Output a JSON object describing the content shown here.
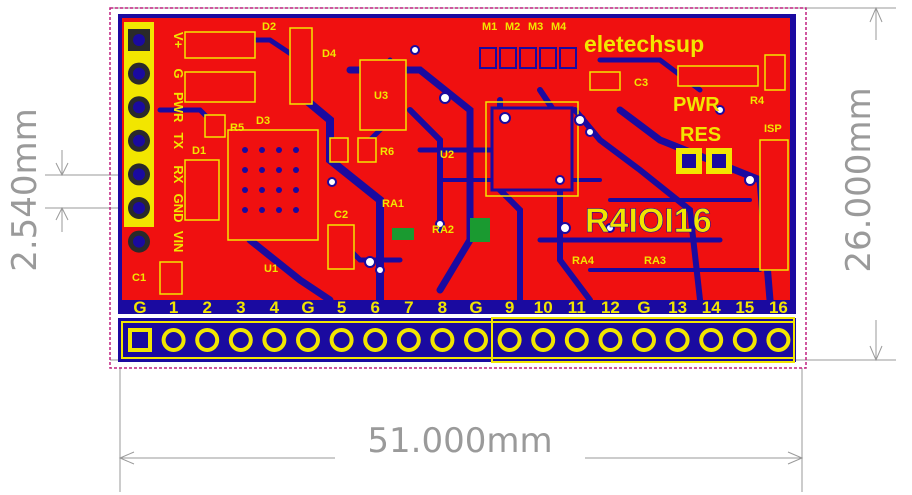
{
  "dimensions": {
    "width_label": "51.000mm",
    "height_label": "26.000mm",
    "pitch_label": "2.540mm"
  },
  "board": {
    "brand": "eletechsup",
    "model": "R4IOI16",
    "power_label": "PWR",
    "reset_label": "RES",
    "isp_label": "ISP",
    "left_header_labels": [
      "V+",
      "G",
      "PWR",
      "TX",
      "RX",
      "GND",
      "VIN"
    ],
    "components": {
      "d1": "D1",
      "d2": "D2",
      "d3": "D3",
      "d4": "D4",
      "r4": "R4",
      "r5": "R5",
      "r6": "R6",
      "u1": "U1",
      "u2": "U2",
      "u3": "U3",
      "c1": "C1",
      "c2": "C2",
      "c3": "C3",
      "ra1": "RA1",
      "ra2": "RA2",
      "ra3": "RA3",
      "ra4": "RA4",
      "m1": "M1",
      "m2": "M2",
      "m3": "M3",
      "m4": "M4"
    },
    "bottom_pin_labels": [
      "G",
      "1",
      "2",
      "3",
      "4",
      "G",
      "5",
      "6",
      "7",
      "8",
      "G",
      "9",
      "10",
      "11",
      "12",
      "G",
      "13",
      "14",
      "15",
      "16"
    ]
  },
  "colors": {
    "board_red": "#f01010",
    "copper_blue": "#1a0aa0",
    "silkscreen": "#f2e600",
    "dimension_gray": "#9a9a9a"
  }
}
